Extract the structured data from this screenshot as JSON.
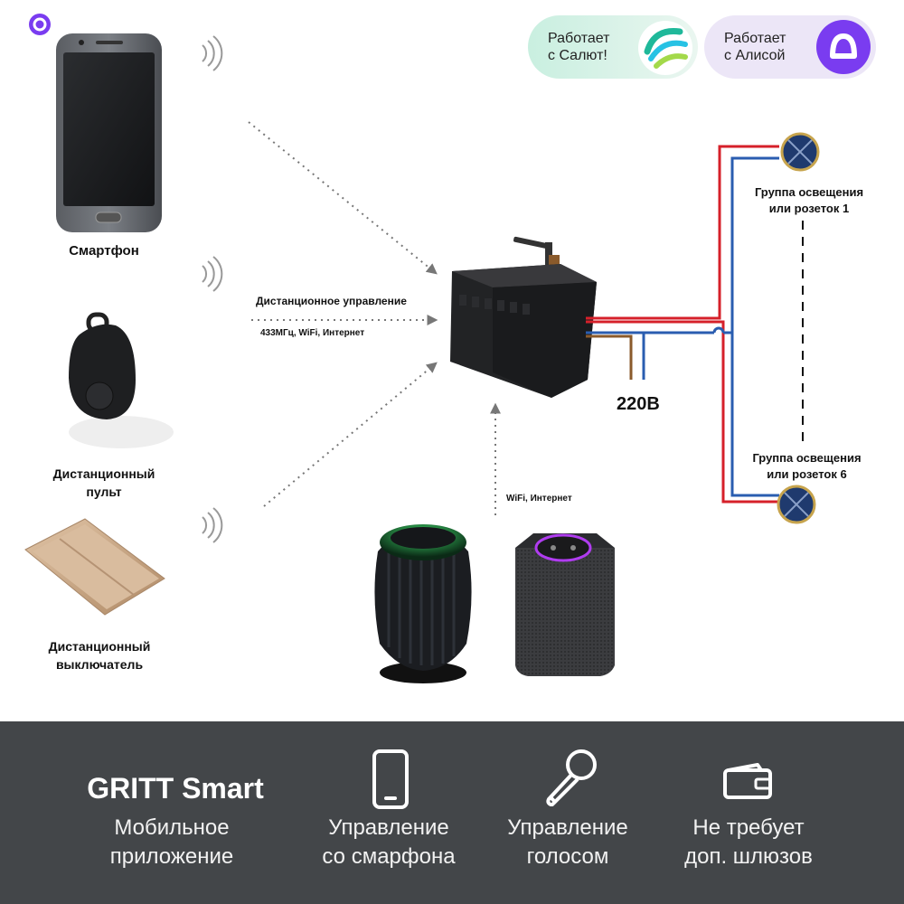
{
  "badges": {
    "salute": {
      "line1": "Работает",
      "line2": "с Салют!"
    },
    "alice": {
      "line1": "Работает",
      "line2": "с Алисой"
    }
  },
  "devices": {
    "smartphone": "Смартфон",
    "remote": {
      "line1": "Дистанционный",
      "line2": "пульт"
    },
    "switch": {
      "line1": "Дистанционный",
      "line2": "выключатель"
    }
  },
  "links": {
    "remote_control": "Дистанционное управление",
    "protocols": "433МГц, WiFi, Интернет",
    "speaker_link": "WiFi, Интернет"
  },
  "power": {
    "voltage": "220В"
  },
  "groups": {
    "first": {
      "line1": "Группа освещения",
      "line2": "или розеток 1"
    },
    "last": {
      "line1": "Группа освещения",
      "line2": "или розеток 6"
    }
  },
  "bottom": {
    "brand": "GRITT Smart",
    "features": [
      {
        "line1": "Мобильное",
        "line2": "приложение",
        "icon": "app-text"
      },
      {
        "line1": "Управление",
        "line2": "со смарфона",
        "icon": "smartphone-icon"
      },
      {
        "line1": "Управление",
        "line2": "голосом",
        "icon": "microphone-icon"
      },
      {
        "line1": "Не требует",
        "line2": "доп. шлюзов",
        "icon": "wallet-icon"
      }
    ]
  },
  "colors": {
    "bar_bg": "#434649",
    "wire_red": "#d6202a",
    "wire_blue": "#2a5db0",
    "wire_brown": "#8a5a2b",
    "alice_purple": "#7a3cf0",
    "lamp_navy": "#1f3a6e",
    "switch_gold": "#c9a98a"
  }
}
